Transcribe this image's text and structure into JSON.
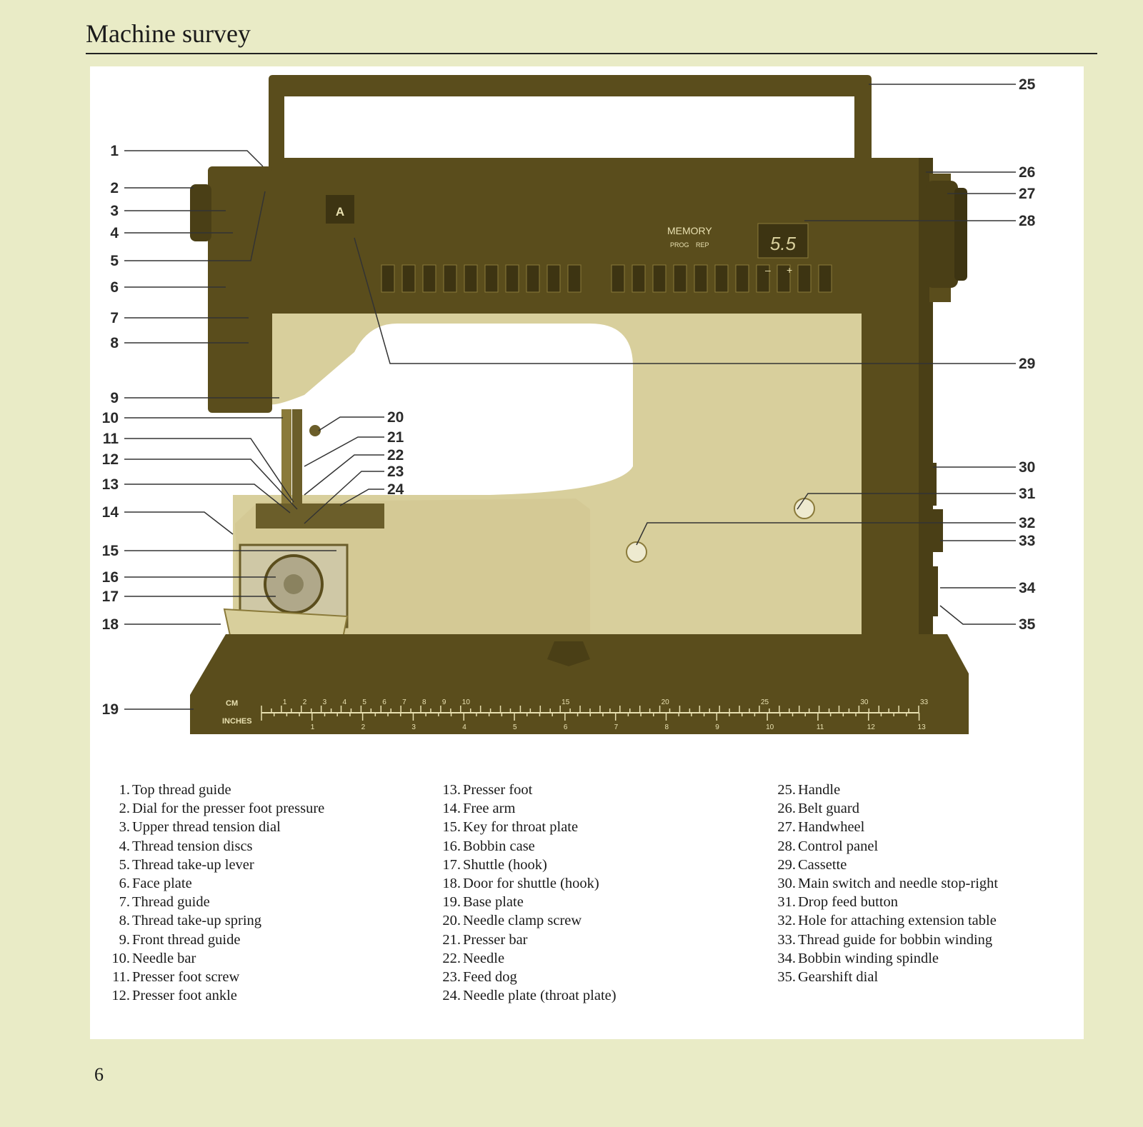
{
  "page": {
    "title": "Machine survey",
    "number": "6"
  },
  "diagram": {
    "callouts": [
      "1",
      "2",
      "3",
      "4",
      "5",
      "6",
      "7",
      "8",
      "9",
      "10",
      "11",
      "12",
      "13",
      "14",
      "15",
      "16",
      "17",
      "18",
      "19",
      "20",
      "21",
      "22",
      "23",
      "24",
      "25",
      "26",
      "27",
      "28",
      "29",
      "30",
      "31",
      "32",
      "33",
      "34",
      "35"
    ],
    "panel": {
      "button_label": "A",
      "memory_label": "MEMORY",
      "prog_label": "PROG",
      "rep_label": "REP",
      "display_value": "5.5",
      "minus": "–",
      "plus": "+"
    },
    "ruler": {
      "cm_label": "CM",
      "inches_label": "INCHES",
      "cm_numbers": [
        "1",
        "2",
        "3",
        "4",
        "5",
        "6",
        "7",
        "8",
        "9",
        "10",
        "15",
        "20",
        "25",
        "30",
        "33"
      ],
      "inch_numbers": [
        "1",
        "2",
        "3",
        "4",
        "5",
        "6",
        "7",
        "8",
        "9",
        "10",
        "11",
        "12",
        "13"
      ]
    }
  },
  "legend": {
    "col1": [
      {
        "num": "1.",
        "label": "Top thread guide"
      },
      {
        "num": "2.",
        "label": "Dial for the presser foot pressure"
      },
      {
        "num": "3.",
        "label": "Upper thread tension dial"
      },
      {
        "num": "4.",
        "label": "Thread tension discs"
      },
      {
        "num": "5.",
        "label": "Thread take-up lever"
      },
      {
        "num": "6.",
        "label": "Face plate"
      },
      {
        "num": "7.",
        "label": "Thread guide"
      },
      {
        "num": "8.",
        "label": "Thread take-up spring"
      },
      {
        "num": "9.",
        "label": "Front thread guide"
      },
      {
        "num": "10.",
        "label": "Needle bar"
      },
      {
        "num": "11.",
        "label": "Presser foot screw"
      },
      {
        "num": "12.",
        "label": "Presser foot ankle"
      }
    ],
    "col2": [
      {
        "num": "13.",
        "label": "Presser foot"
      },
      {
        "num": "14.",
        "label": "Free arm"
      },
      {
        "num": "15.",
        "label": "Key for throat plate"
      },
      {
        "num": "16.",
        "label": "Bobbin case"
      },
      {
        "num": "17.",
        "label": "Shuttle (hook)"
      },
      {
        "num": "18.",
        "label": "Door for shuttle (hook)"
      },
      {
        "num": "19.",
        "label": "Base plate"
      },
      {
        "num": "20.",
        "label": "Needle clamp screw"
      },
      {
        "num": "21.",
        "label": "Presser bar"
      },
      {
        "num": "22.",
        "label": "Needle"
      },
      {
        "num": "23.",
        "label": "Feed dog"
      },
      {
        "num": "24.",
        "label": "Needle plate (throat plate)"
      }
    ],
    "col3": [
      {
        "num": "25.",
        "label": "Handle"
      },
      {
        "num": "26.",
        "label": "Belt guard"
      },
      {
        "num": "27.",
        "label": "Handwheel"
      },
      {
        "num": "28.",
        "label": "Control panel"
      },
      {
        "num": "29.",
        "label": "Cassette"
      },
      {
        "num": "30.",
        "label": "Main switch and needle stop-right"
      },
      {
        "num": "31.",
        "label": "Drop feed button"
      },
      {
        "num": "32.",
        "label": "Hole for attaching extension table"
      },
      {
        "num": "33.",
        "label": "Thread guide for bobbin winding"
      },
      {
        "num": "34.",
        "label": "Bobbin winding spindle"
      },
      {
        "num": "35.",
        "label": "Gearshift dial"
      }
    ]
  },
  "colors": {
    "page_background": "#e9ebc6",
    "machine_dark": "#5a4d1c",
    "machine_light": "#d8cf9c",
    "machine_mid": "#8a7a3a"
  }
}
